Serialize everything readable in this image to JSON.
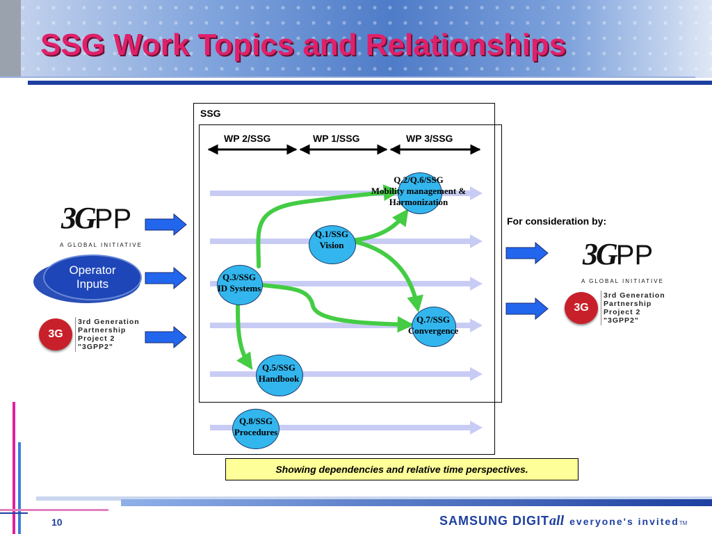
{
  "title": "SSG Work Topics and Relationships",
  "ssg_label": "SSG",
  "work_packages": [
    "WP 2/SSG",
    "WP 1/SSG",
    "WP 3/SSG"
  ],
  "nodes": {
    "q2q6": {
      "line1": "Q.2/Q.6/SSG",
      "line2": "Mobility management  &",
      "line3": "Harmonization"
    },
    "q1": {
      "line1": "Q.1/SSG",
      "line2": "Vision"
    },
    "q3": {
      "line1": "Q.3/SSG",
      "line2": "ID Systems"
    },
    "q7": {
      "line1": "Q.7/SSG",
      "line2": "Convergence"
    },
    "q5": {
      "line1": "Q.5/SSG",
      "line2": "Handbook"
    },
    "q8": {
      "line1": "Q.8/SSG",
      "line2": "Procedures"
    }
  },
  "inputs": {
    "gpp_logo_text": "3G",
    "gpp_logo_pp": "PP",
    "gpp_tagline": "A GLOBAL INITIATIVE",
    "operator_line1": "Operator",
    "operator_line2": "Inputs",
    "gpp2_badge": "3G",
    "gpp2_line1": "3rd Generation",
    "gpp2_line2": "Partnership",
    "gpp2_line3": "Project 2",
    "gpp2_line4": "\"3GPP2\""
  },
  "consideration_label": "For consideration by:",
  "outputs": {
    "gpp_logo_text": "3G",
    "gpp_logo_pp": "PP",
    "gpp_tagline": "A GLOBAL INITIATIVE",
    "gpp2_badge": "3G",
    "gpp2_line1": "3rd Generation",
    "gpp2_line2": "Partnership",
    "gpp2_line3": "Project 2",
    "gpp2_line4": "\"3GPP2\""
  },
  "caption": "Showing dependencies and relative time perspectives.",
  "footer": {
    "page_number": "10",
    "brand": "SAMSUNG DIGIT",
    "brand_all": "all",
    "tagline": "everyone's invited",
    "tm": "TM"
  },
  "colors": {
    "title": "#e0206a",
    "node_fill": "#33b6ee",
    "dependency_arrow": "#44cc44",
    "timeline_arrow": "#c8ccf4",
    "input_arrow": "#2266ee",
    "caption_fill": "#ffff99"
  }
}
